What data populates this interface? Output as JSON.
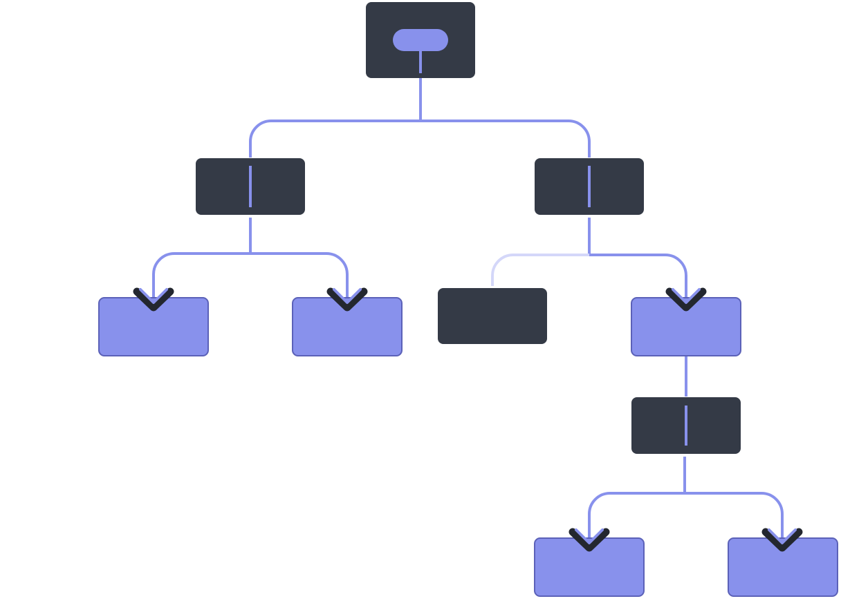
{
  "diagram": {
    "type": "tree",
    "colors": {
      "dark_node": "#343a46",
      "highlight_node": "#8891ec",
      "highlight_border": "#5b61b8",
      "edge": "#8891ec",
      "faded_edge": "#d4d7f9",
      "arrowhead_shadow": "#23272f"
    },
    "nodes": [
      {
        "id": "root",
        "style": "dark",
        "badge": "pill"
      },
      {
        "id": "left",
        "style": "dark",
        "parent": "root"
      },
      {
        "id": "right",
        "style": "dark",
        "parent": "root"
      },
      {
        "id": "left-a",
        "style": "highlighted",
        "parent": "left"
      },
      {
        "id": "left-b",
        "style": "highlighted",
        "parent": "left"
      },
      {
        "id": "right-a",
        "style": "dark",
        "parent": "right",
        "edge": "faded"
      },
      {
        "id": "right-b",
        "style": "highlighted",
        "parent": "right"
      },
      {
        "id": "right-b-child",
        "style": "dark",
        "parent": "right-b"
      },
      {
        "id": "leaf-a",
        "style": "highlighted",
        "parent": "right-b-child"
      },
      {
        "id": "leaf-b",
        "style": "highlighted",
        "parent": "right-b-child"
      }
    ]
  }
}
